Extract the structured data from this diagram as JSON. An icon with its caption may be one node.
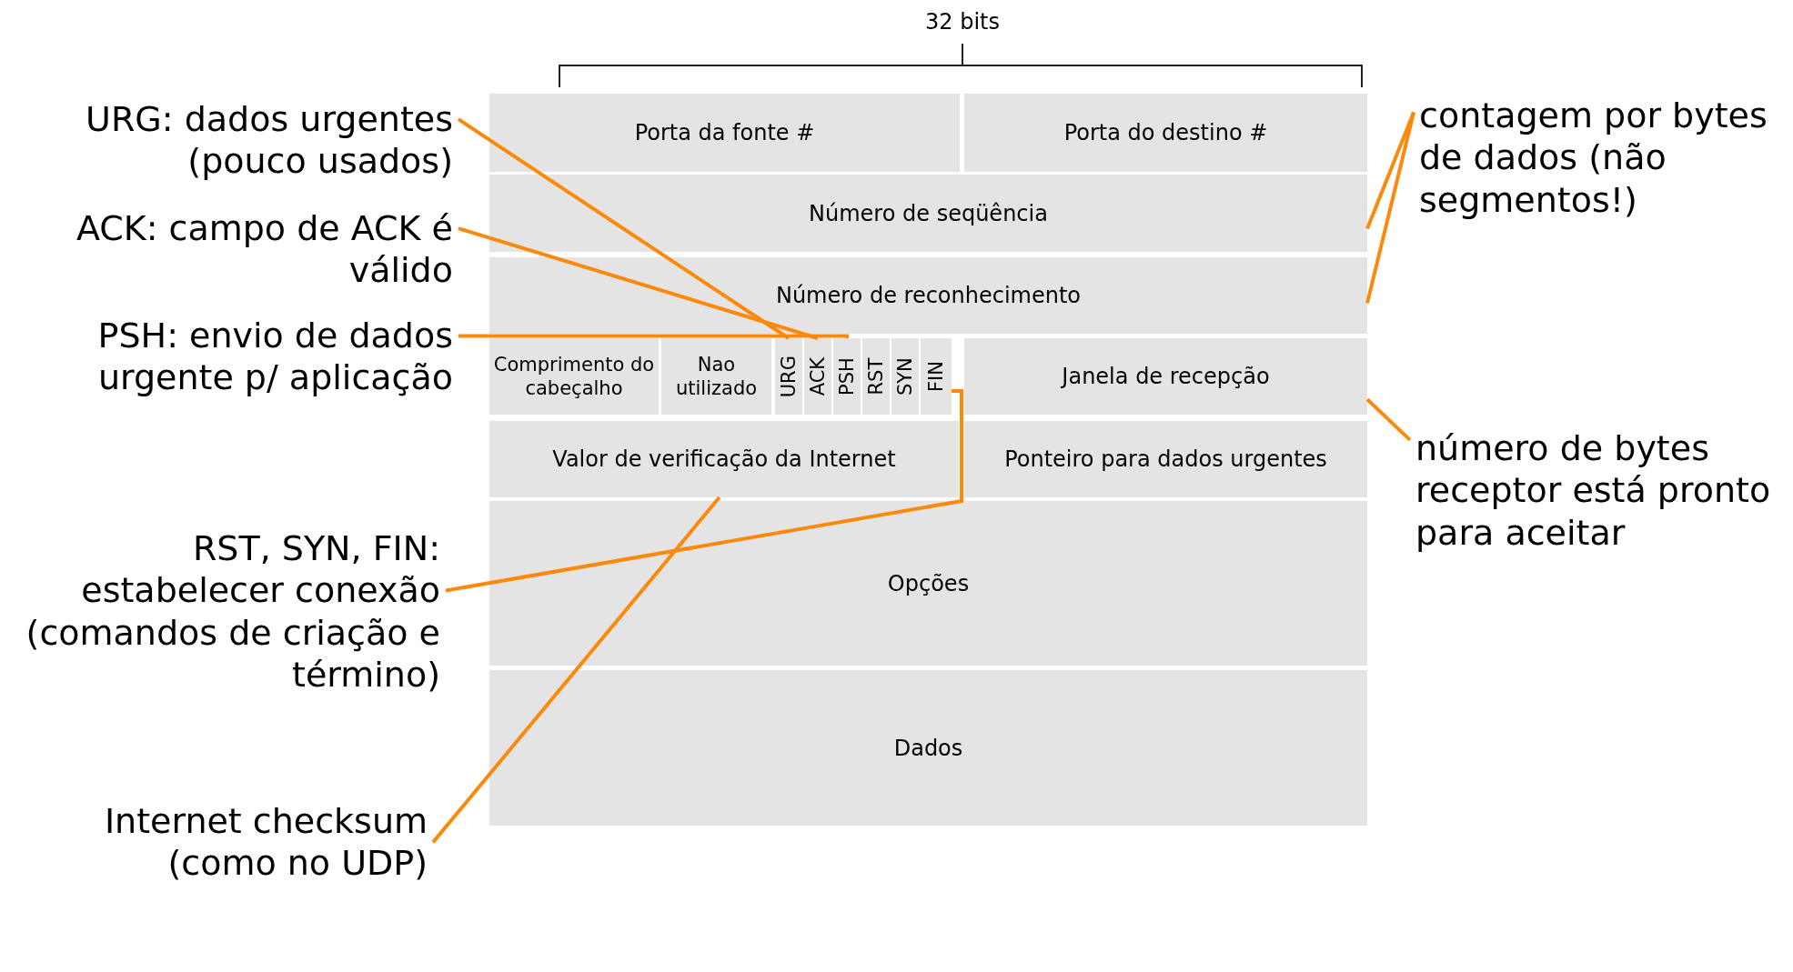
{
  "diagram": {
    "nodes": [
      {
        "text": [
          "Porta da fonte #"
        ]
      },
      {
        "text": [
          "Porta do destino #"
        ]
      },
      {
        "text": [
          "Número de seqüência"
        ]
      },
      {
        "text": [
          "Número de reconhecimento"
        ]
      },
      {
        "text": [
          "Comprimento do cabeçalho"
        ]
      },
      {
        "text": [
          "Nao utilizado"
        ]
      },
      {
        "text": [
          "URG"
        ]
      },
      {
        "text": [
          "ACK"
        ]
      },
      {
        "text": [
          "PSH"
        ]
      },
      {
        "text": [
          "RST"
        ]
      },
      {
        "text": [
          "SYN"
        ]
      },
      {
        "text": [
          "FIN"
        ]
      },
      {
        "text": [
          "Janela de recepção"
        ]
      },
      {
        "text": [
          "Valor de verificação da Internet"
        ]
      },
      {
        "text": [
          "Ponteiro para dados urgentes"
        ]
      },
      {
        "text": [
          "Opções"
        ]
      },
      {
        "text": [
          "Dados"
        ]
      },
      {
        "text": [
          "URG: dados urgentes (pouco usados)"
        ]
      },
      {
        "text": [
          "ACK: campo de ACK é válido"
        ]
      },
      {
        "text": [
          "PSH: envio de dados urgente p/ aplicação"
        ]
      },
      {
        "text": [
          "RST, SYN, FIN: estabelecer conexão (comandos de criação e término)"
        ]
      },
      {
        "text": [
          "Internet checksum (como no UDP)"
        ]
      },
      {
        "text": [
          "contagem por bytes de dados (não segmentos!)"
        ]
      },
      {
        "text": [
          "número de bytes receptor está pronto para aceitar"
        ]
      }
    ],
    "edges": [
      {
        "from": 17,
        "to": 6,
        "arrow": "none"
      },
      {
        "from": 18,
        "to": 7,
        "arrow": "none"
      },
      {
        "from": 19,
        "to": 8,
        "arrow": "none"
      },
      {
        "from": 20,
        "to": 11,
        "arrow": "none"
      },
      {
        "from": 21,
        "to": 13,
        "arrow": "none"
      },
      {
        "from": 22,
        "to": 2,
        "arrow": "none"
      },
      {
        "from": 22,
        "to": 3,
        "arrow": "none"
      },
      {
        "from": 23,
        "to": 12,
        "arrow": "none"
      }
    ],
    "labels": [
      "32 bits"
    ]
  }
}
